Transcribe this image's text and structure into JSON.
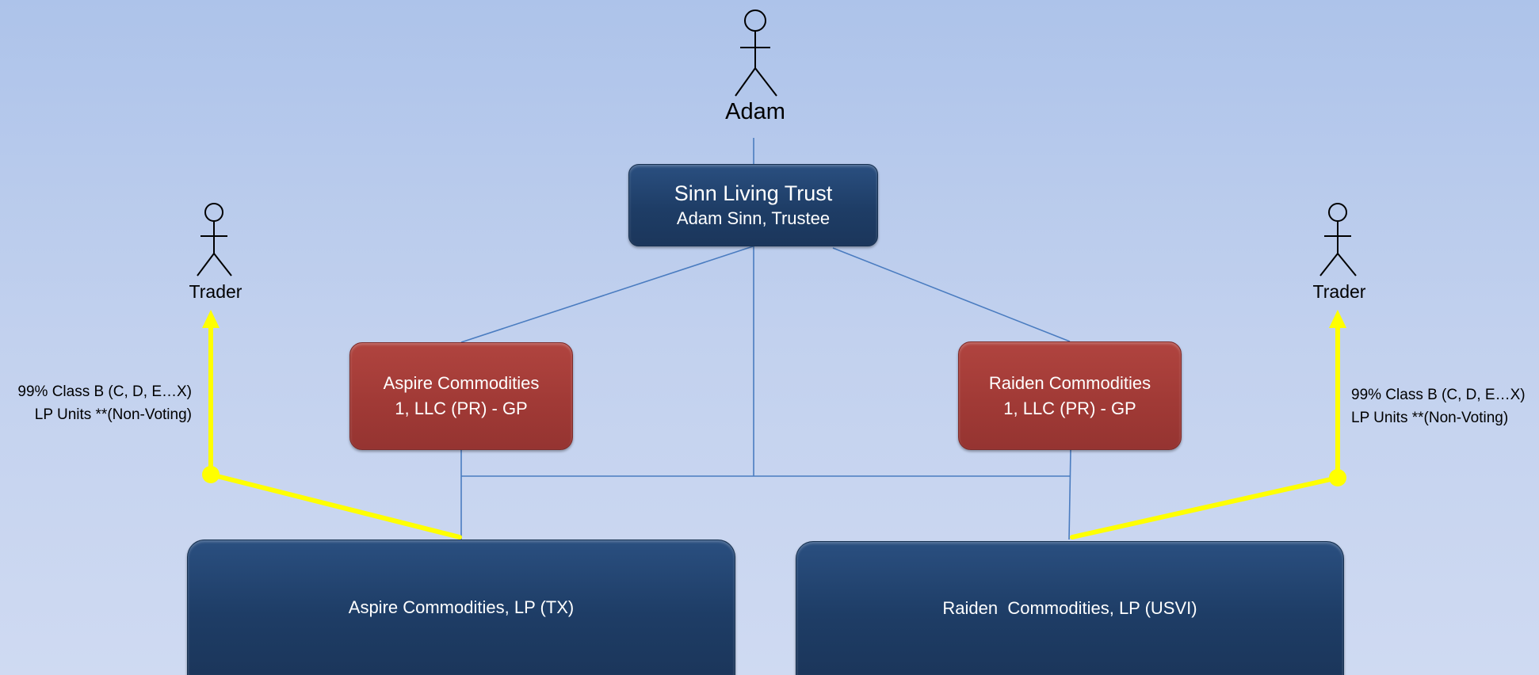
{
  "owner": {
    "name": "Adam"
  },
  "trust": {
    "title": "Sinn Living Trust",
    "subtitle": "Adam Sinn, Trustee"
  },
  "gp_left": {
    "line1": "Aspire Commodities",
    "line2": "1, LLC (PR) - GP"
  },
  "gp_right": {
    "line1": "Raiden Commodities",
    "line2": "1, LLC (PR) - GP"
  },
  "lp_left": {
    "label": "Aspire Commodities, LP (TX)"
  },
  "lp_right": {
    "label": "Raiden  Commodities, LP (USVI)"
  },
  "trader_left": {
    "name": "Trader",
    "units_line1": "99% Class B (C, D, E…X)",
    "units_line2": "LP Units **(Non-Voting)"
  },
  "trader_right": {
    "name": "Trader",
    "units_line1": "99% Class B (C, D, E…X)",
    "units_line2": "LP Units **(Non-Voting)"
  },
  "colors": {
    "connector": "#4a7cc0",
    "highlight_arrow": "#ffff00",
    "navy_box": "#1e3d66",
    "red_box": "#a13a36"
  }
}
